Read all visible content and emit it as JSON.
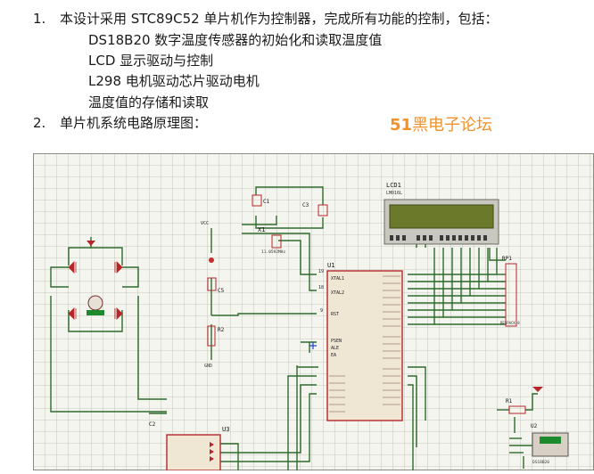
{
  "doc": {
    "items": [
      {
        "number": "1.",
        "text": "本设计采用  STC89C52  单片机作为控制器，完成所有功能的控制，包括：",
        "subitems": [
          "DS18B20 数字温度传感器的初始化和读取温度值",
          "LCD 显示驱动与控制",
          "L298 电机驱动芯片驱动电机",
          "温度值的存储和读取"
        ]
      },
      {
        "number": "2.",
        "text": "单片机系统电路原理图："
      }
    ],
    "watermark": {
      "num": "51",
      "rest": "黑电子论坛",
      "color": "#f0912a"
    }
  },
  "schematic": {
    "labels": {
      "lcd": "LCD1",
      "lcd_part": "LM016L",
      "u1": "U1",
      "u2": "U2",
      "u3": "U3",
      "x1": "X1",
      "crystal": "11.0592MHz",
      "c1": "C1",
      "c2": "C2",
      "c3": "C3",
      "c5": "C5",
      "r1": "R1",
      "r2": "R2",
      "rp1": "RP1",
      "rp1_part": "RESPACK-8",
      "ds": "DS18B20",
      "vcc": "VCC",
      "gnd": "GND",
      "pin_xtal1": "XTAL1",
      "pin_xtal2": "XTAL2",
      "pin_rst": "RST",
      "pin_psen": "PSEN",
      "pin_ale": "ALE",
      "pin_ea": "EA",
      "pin18": "18",
      "pin19": "19",
      "pin9": "9"
    },
    "colors": {
      "grid": "#b8bcb0",
      "wire": "#2e6b2e",
      "part": "#b5262a",
      "lcd_screen": "#6b7a2a",
      "led": "#1e8a2e",
      "background": "#f5f5ef"
    }
  }
}
